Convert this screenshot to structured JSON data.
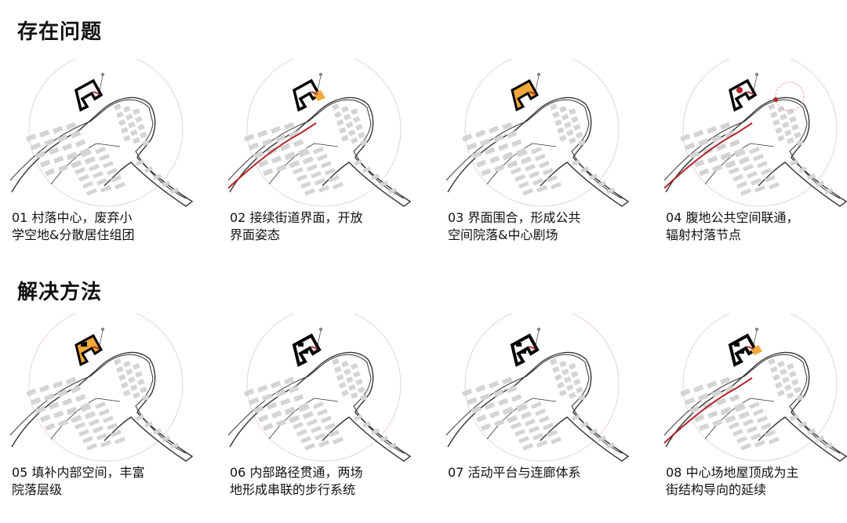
{
  "sections": [
    {
      "title": "存在问题",
      "panels": [
        {
          "caption": [
            "01 村落中心，废弃小",
            "学空地&分散居住组团"
          ],
          "highlight": "black-outline",
          "route": false,
          "nodes": false
        },
        {
          "caption": [
            "02 接续街道界面，开放",
            "界面姿态"
          ],
          "highlight": "black-outline-orange-edge",
          "route": true,
          "nodes": false
        },
        {
          "caption": [
            "03 界面围合，形成公共",
            "空间院落&中心剧场"
          ],
          "highlight": "orange-fill",
          "route": false,
          "nodes": false
        },
        {
          "caption": [
            "04 腹地公共空间联通，",
            "辐射村落节点"
          ],
          "highlight": "black-outline",
          "route": true,
          "nodes": true
        }
      ]
    },
    {
      "title": "解决方法",
      "panels": [
        {
          "caption": [
            "05 填补内部空间，丰富",
            "院落层级"
          ],
          "highlight": "orange-fill-black",
          "route": false,
          "nodes": false
        },
        {
          "caption": [
            "06 内部路径贯通，两场",
            "地形成串联的步行系统"
          ],
          "highlight": "black-pattern",
          "route": false,
          "nodes": false
        },
        {
          "caption": [
            "07 活动平台与连廊体系"
          ],
          "highlight": "black-pattern",
          "route": false,
          "nodes": false
        },
        {
          "caption": [
            "08 中心场地屋顶成为主",
            "街结构导向的延续"
          ],
          "highlight": "black-pattern-orange",
          "route": true,
          "nodes": false
        }
      ]
    }
  ],
  "colors": {
    "building": "#d4d4d4",
    "outline": "#333333",
    "accent": "#f2a93b",
    "route": "#b3262e",
    "circle": "#e7d3d3"
  }
}
